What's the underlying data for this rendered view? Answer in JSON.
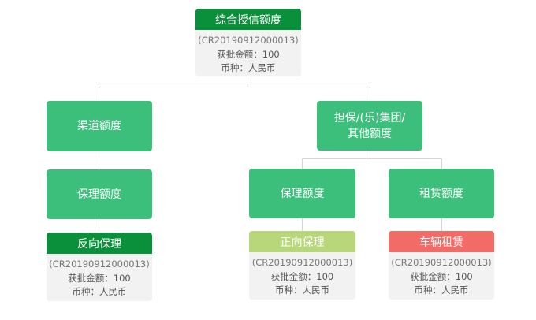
{
  "root": {
    "title": "综合授信额度",
    "code": "(CR20190912000013)",
    "amount": "获批金额：100",
    "currency": "币种：人民币"
  },
  "left": {
    "branch": "渠道额度",
    "child": "保理额度",
    "leaf": {
      "title": "反向保理",
      "code": "(CR20190912000013)",
      "amount": "获批金额：100",
      "currency": "币种：人民币"
    }
  },
  "right": {
    "branch_line1": "担保/(乐)集团/",
    "branch_line2": "其他额度",
    "child_a": "保理额度",
    "child_b": "租赁额度",
    "leaf_a": {
      "title": "正向保理",
      "code": "(CR20190912000013)",
      "amount": "获批金额：100",
      "currency": "币种：人民币"
    },
    "leaf_b": {
      "title": "车辆租赁",
      "code": "(CR20190912000013)",
      "amount": "获批金额：100",
      "currency": "币种：人民币"
    }
  },
  "colors": {
    "node": "#3dbf7c",
    "root_header": "#0a8f3a",
    "reverse_header": "#0a8f3a",
    "forward_header": "#b8d67a",
    "lease_header": "#f26b67",
    "detail_bg": "#f2f2f2",
    "connector": "#d6d6d6"
  }
}
